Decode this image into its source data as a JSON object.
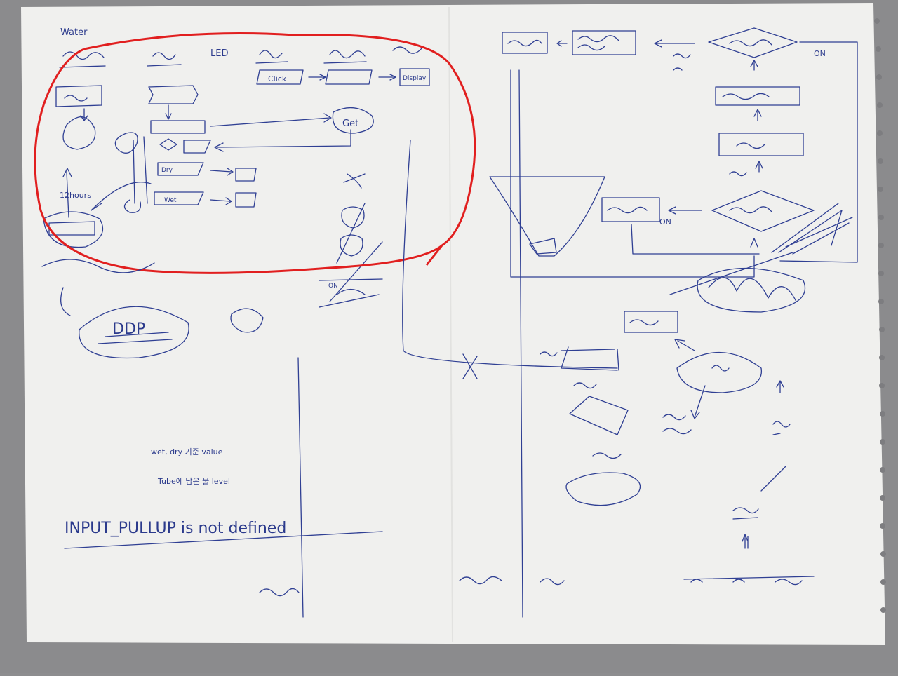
{
  "sheet": {
    "title_word": "Water",
    "headers": [
      "LED",
      "INPUT_PULLUP is not defined"
    ],
    "english_words": [
      "Click",
      "Get",
      "Wet",
      "Dry",
      "Display",
      "12hours",
      "DDP",
      "Level",
      "ON"
    ],
    "notes": [
      "wet, dry 기준 value",
      "Tube에 남은 물 level"
    ],
    "ink_color": "#2f3f93",
    "highlight_color": "#e11f1f",
    "paper_color": "#f1f1ef"
  }
}
